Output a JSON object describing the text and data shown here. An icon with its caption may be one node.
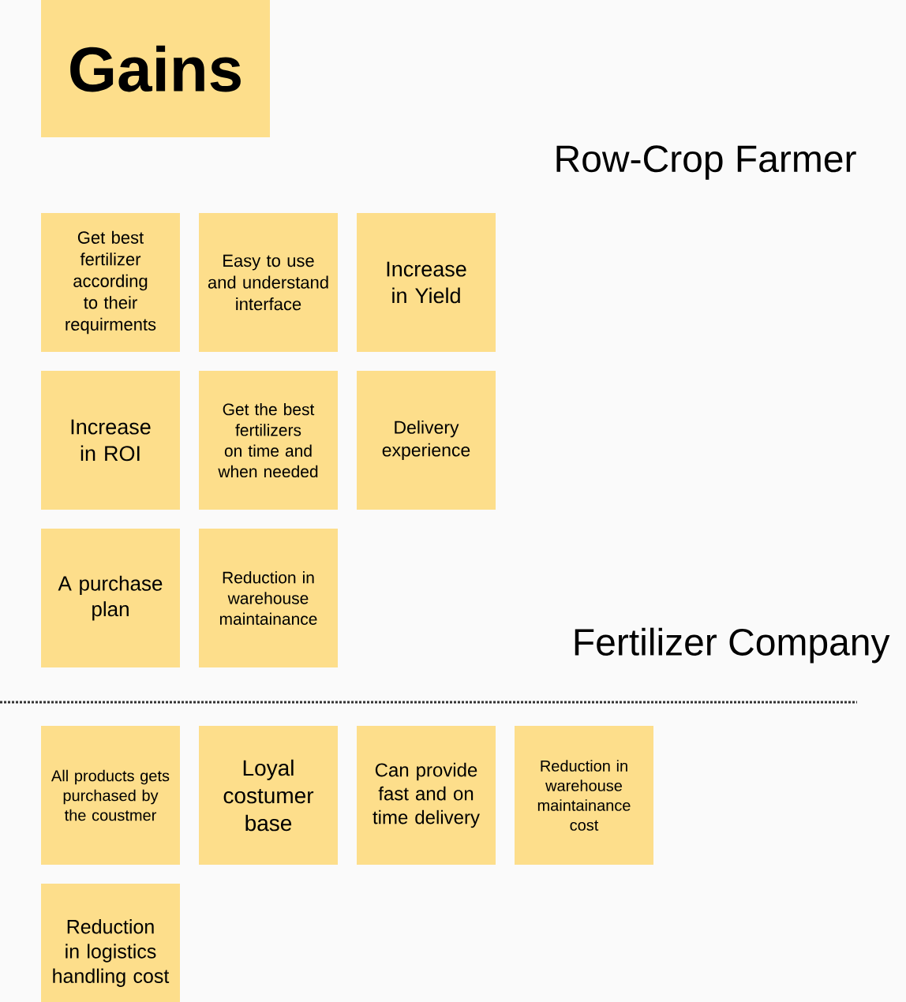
{
  "diagram": {
    "nodes": [
      {
        "text": [
          "Gains"
        ]
      },
      {
        "text": [
          "Get best fertilizer according to their requirments"
        ]
      },
      {
        "text": [
          "Easy to use and understand interface"
        ]
      },
      {
        "text": [
          "Increase in Yield"
        ]
      },
      {
        "text": [
          "Increase in ROI"
        ]
      },
      {
        "text": [
          "Get the best fertilizers on time and when needed"
        ]
      },
      {
        "text": [
          "Delivery experience"
        ]
      },
      {
        "text": [
          "A purchase plan"
        ]
      },
      {
        "text": [
          "Reduction in warehouse maintainance"
        ]
      },
      {
        "text": [
          "All products gets purchased by the coustmer"
        ]
      },
      {
        "text": [
          "Loyal costumer base"
        ]
      },
      {
        "text": [
          "Can provide fast and on time delivery"
        ]
      },
      {
        "text": [
          "Reduction in warehouse maintainance cost"
        ]
      },
      {
        "text": [
          "Reduction in logistics handling cost"
        ]
      }
    ],
    "labels": [
      "Row-Crop Farmer",
      "Fertilizer Company"
    ]
  }
}
